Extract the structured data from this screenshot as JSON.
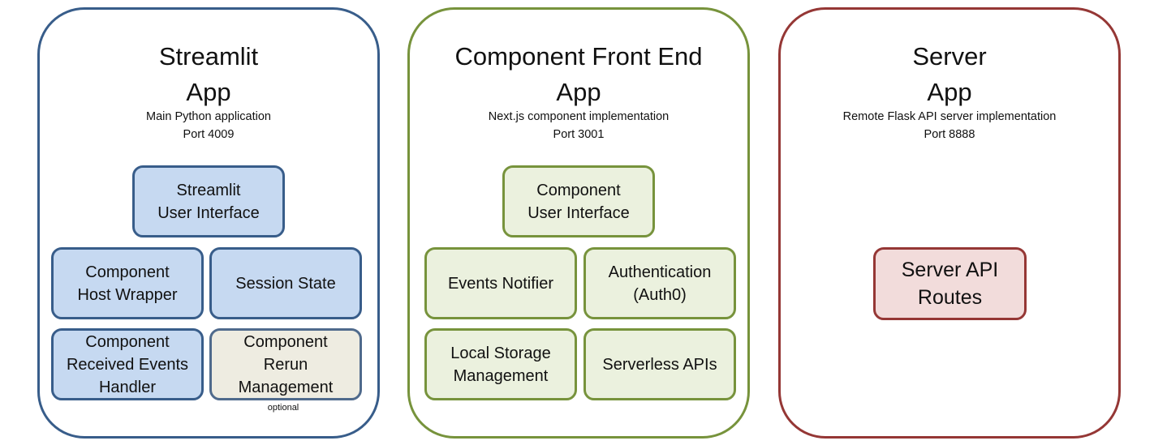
{
  "panels": {
    "streamlit": {
      "title_line1": "Streamlit",
      "title_line2": "App",
      "subtitle_line1": "Main Python application",
      "subtitle_line2": "Port 4009",
      "border_color": "#385d8a",
      "boxes": {
        "ui": [
          "Streamlit",
          "User Interface"
        ],
        "host_wrapper": [
          "Component",
          "Host Wrapper"
        ],
        "session_state": [
          "Session State"
        ],
        "events_handler": [
          "Component",
          "Received Events",
          "Handler"
        ],
        "rerun": [
          "Component",
          "Rerun",
          "Management"
        ]
      },
      "optional_note": "optional"
    },
    "frontend": {
      "title_line1": "Component Front End",
      "title_line2": "App",
      "subtitle_line1": "Next.js component implementation",
      "subtitle_line2": "Port 3001",
      "border_color": "#77933c",
      "boxes": {
        "ui": [
          "Component",
          "User Interface"
        ],
        "events_notifier": [
          "Events Notifier"
        ],
        "auth": [
          "Authentication",
          "(Auth0)"
        ],
        "local_storage": [
          "Local Storage",
          "Management"
        ],
        "serverless": [
          "Serverless APIs"
        ]
      }
    },
    "server": {
      "title_line1": "Server",
      "title_line2": "App",
      "subtitle_line1": "Remote Flask API server implementation",
      "subtitle_line2": "Port 8888",
      "border_color": "#953735",
      "boxes": {
        "routes": [
          "Server API",
          "Routes"
        ]
      }
    }
  }
}
